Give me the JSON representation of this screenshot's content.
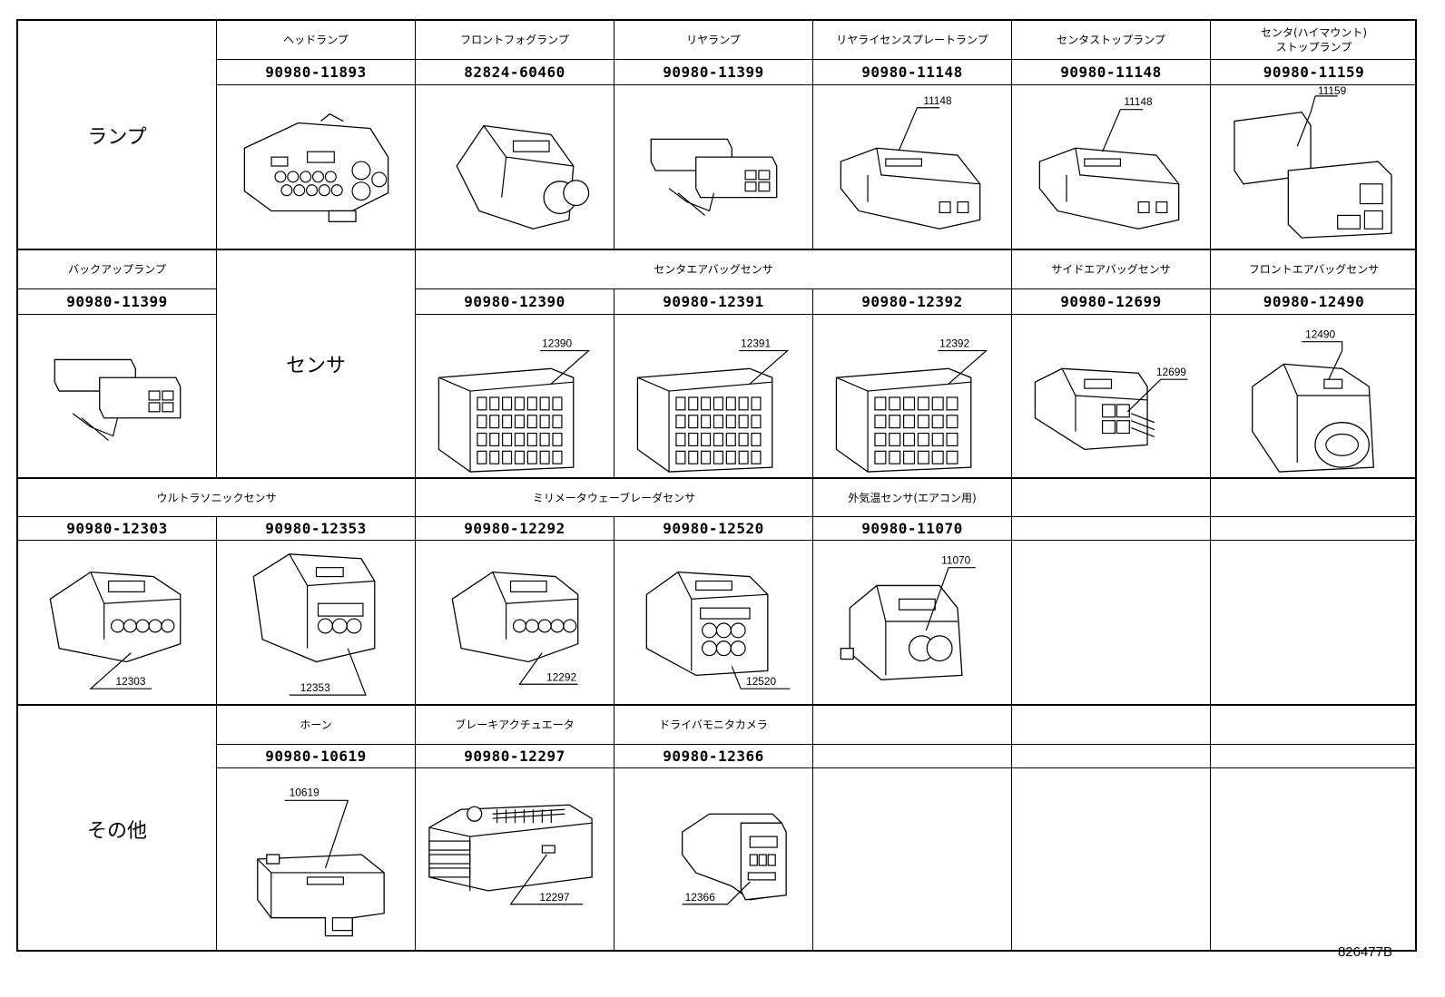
{
  "categories": {
    "lamp": "ランプ",
    "sensor": "センサ",
    "other": "その他"
  },
  "rows": [
    [
      {
        "name": "ヘッドランプ",
        "part": "90980-11893",
        "callout": ""
      },
      {
        "name": "フロントフォグランプ",
        "part": "82824-60460",
        "callout": ""
      },
      {
        "name": "リヤランプ",
        "part": "90980-11399",
        "callout": ""
      },
      {
        "name": "リヤライセンスプレートランプ",
        "part": "90980-11148",
        "callout": "11148"
      },
      {
        "name": "センタストップランプ",
        "part": "90980-11148",
        "callout": "11148"
      },
      {
        "name": "センタ(ハイマウント)\nストップランプ",
        "part": "90980-11159",
        "callout": "11159"
      }
    ],
    [
      {
        "name": "バックアップランプ",
        "part": "90980-11399",
        "callout": ""
      },
      {
        "name": "センタエアバッグセンサ",
        "part": "90980-12390",
        "callout": "12390"
      },
      {
        "name": "",
        "part": "90980-12391",
        "callout": "12391"
      },
      {
        "name": "",
        "part": "90980-12392",
        "callout": "12392"
      },
      {
        "name": "サイドエアバッグセンサ",
        "part": "90980-12699",
        "callout": "12699"
      },
      {
        "name": "フロントエアバッグセンサ",
        "part": "90980-12490",
        "callout": "12490"
      }
    ],
    [
      {
        "name": "ウルトラソニックセンサ",
        "part": "90980-12303",
        "callout": "12303"
      },
      {
        "name": "",
        "part": "90980-12353",
        "callout": "12353"
      },
      {
        "name": "ミリメータウェーブレーダセンサ",
        "part": "90980-12292",
        "callout": "12292"
      },
      {
        "name": "",
        "part": "90980-12520",
        "callout": "12520"
      },
      {
        "name": "外気温センサ(エアコン用)",
        "part": "90980-11070",
        "callout": "11070"
      }
    ],
    [
      {
        "name": "ホーン",
        "part": "90980-10619",
        "callout": "10619"
      },
      {
        "name": "ブレーキアクチュエータ",
        "part": "90980-12297",
        "callout": "12297"
      },
      {
        "name": "ドライバモニタカメラ",
        "part": "90980-12366",
        "callout": "12366"
      }
    ]
  ],
  "figure_ref": "826477B"
}
